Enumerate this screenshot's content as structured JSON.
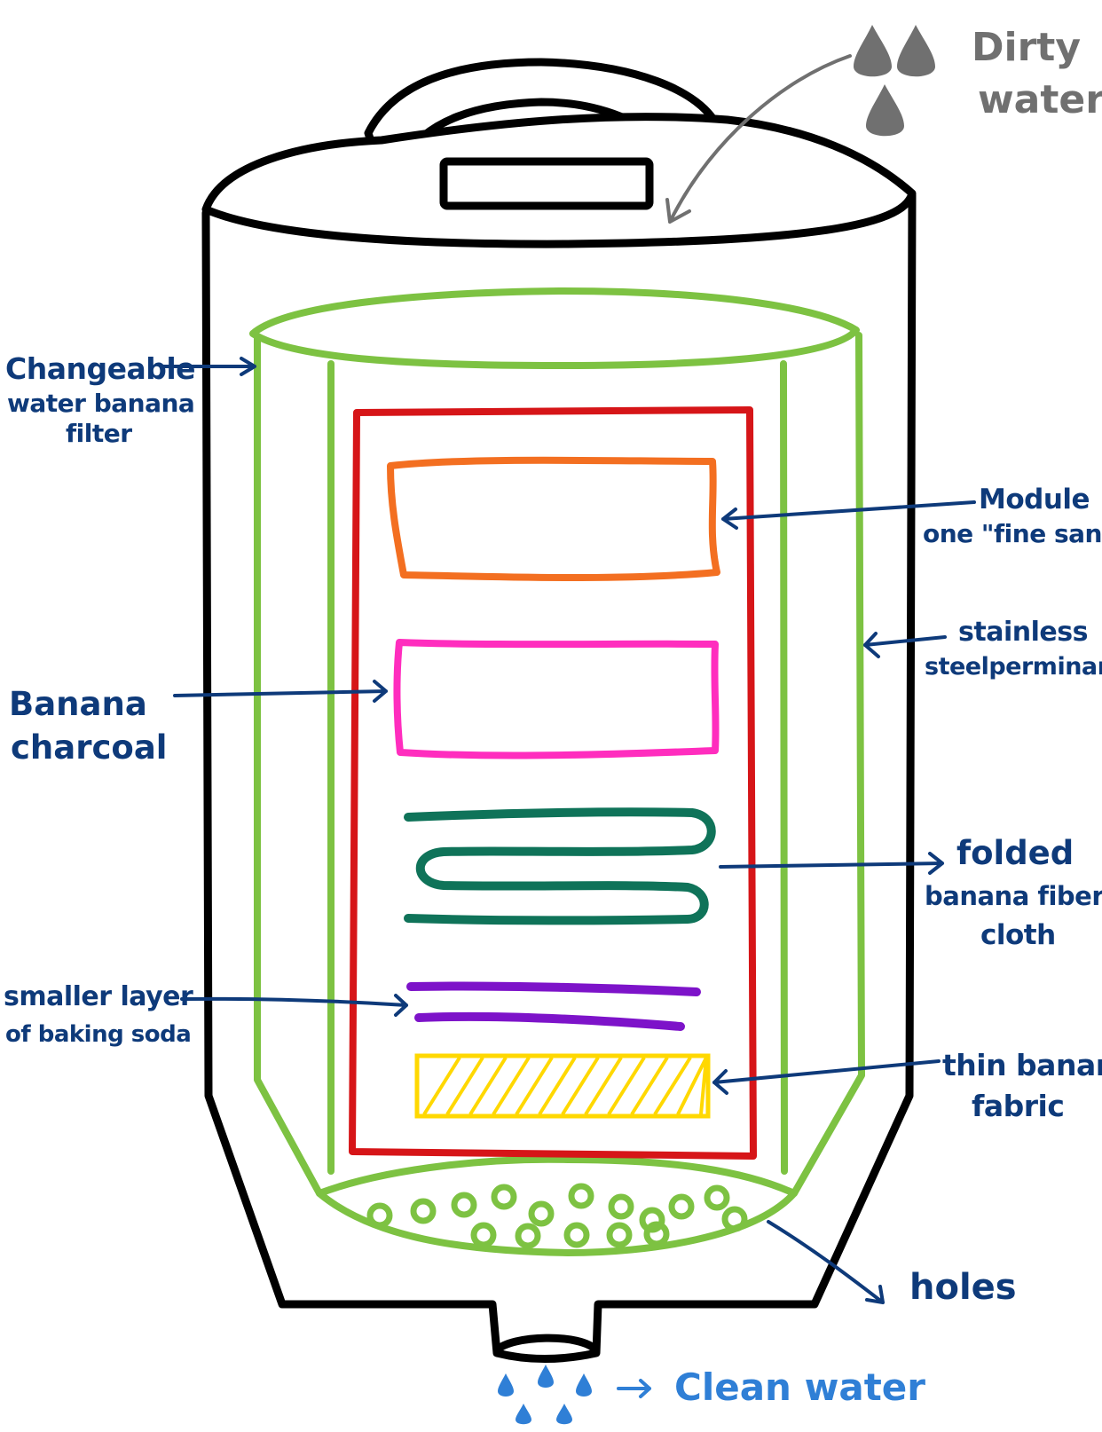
{
  "labels": {
    "dirty_water": [
      "Dirty",
      "water"
    ],
    "changeable_filter": [
      "Changeable",
      "water banana",
      "filter"
    ],
    "module_one": [
      "Module",
      "one \"fine sand\""
    ],
    "stainless": [
      "stainless",
      "steelperminant"
    ],
    "banana_charcoal": [
      "Banana",
      "charcoal"
    ],
    "folded_cloth": [
      "folded",
      "banana fiber",
      "cloth"
    ],
    "baking_soda": [
      "smaller layer",
      "of baking soda"
    ],
    "thin_fabric": [
      "thin banana",
      "fabric"
    ],
    "holes": [
      "holes"
    ],
    "clean_water": [
      "Clean water"
    ]
  },
  "colors": {
    "outline": "#000000",
    "filter": "#7dc242",
    "module_frame": "#d61518",
    "fine_sand": "#f36f21",
    "charcoal": "#ff2dbe",
    "fiber_cloth": "#0f7359",
    "baking_soda": "#7d13c9",
    "fabric": "#ffd800",
    "label": "#0e3a7a",
    "dirty_water": "#707070",
    "clean_water": "#2f7fd6"
  }
}
